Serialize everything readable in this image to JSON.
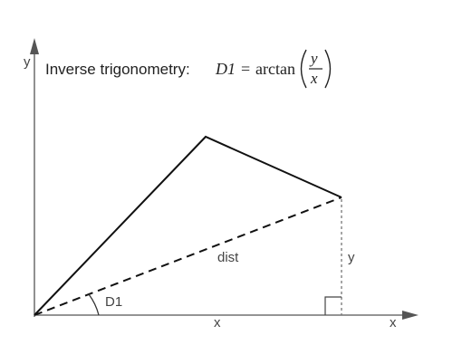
{
  "axes": {
    "y_label": "y",
    "x_label": "x"
  },
  "title": {
    "prefix": "Inverse trigonometry:",
    "lhs": "D1",
    "equals": "=",
    "func": "arctan",
    "numerator": "y",
    "denominator": "x"
  },
  "labels": {
    "angle": "D1",
    "distance": "dist",
    "vertical_leg": "y",
    "horizontal_leg": "x"
  }
}
